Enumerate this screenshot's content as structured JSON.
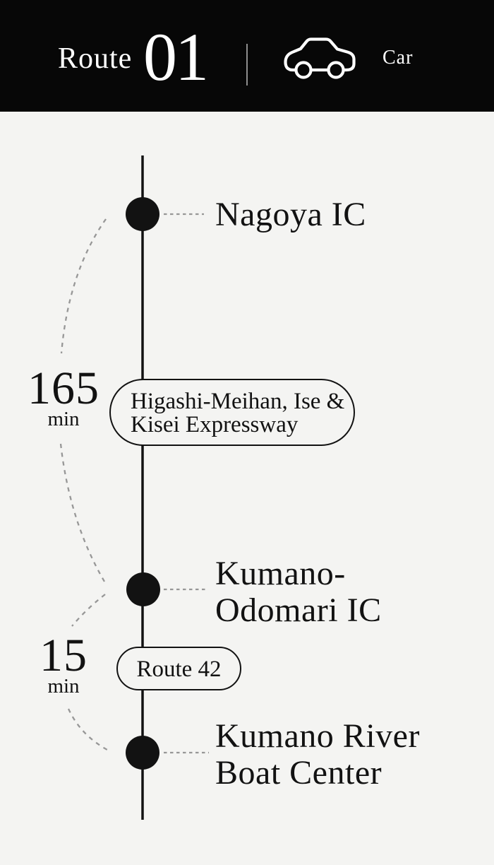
{
  "colors": {
    "header_bg": "#070707",
    "page_bg": "#f4f4f2",
    "ink": "#121212",
    "dash_gray": "#979797",
    "header_fg": "#ffffff"
  },
  "header": {
    "route_label": "Route",
    "route_number": "01",
    "mode_icon": "car-icon",
    "mode_label": "Car"
  },
  "route": {
    "stops": [
      {
        "lines": [
          "Nagoya IC"
        ]
      },
      {
        "lines": [
          "Kumano-",
          "Odomari IC"
        ]
      },
      {
        "lines": [
          "Kumano River",
          "Boat Center"
        ]
      }
    ],
    "legs": [
      {
        "duration_value": "165",
        "duration_unit": "min",
        "road": [
          "Higashi-Meihan, Ise &",
          "Kisei Expressway"
        ]
      },
      {
        "duration_value": "15",
        "duration_unit": "min",
        "road": [
          "Route 42"
        ]
      }
    ]
  }
}
